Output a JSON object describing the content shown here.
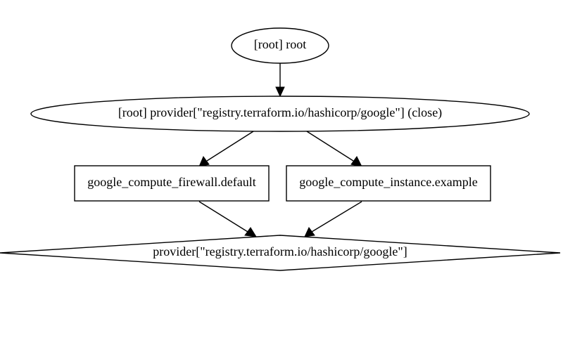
{
  "nodes": {
    "root": {
      "label": "[root] root"
    },
    "provider_close": {
      "label": "[root] provider[\"registry.terraform.io/hashicorp/google\"] (close)"
    },
    "firewall": {
      "label": "google_compute_firewall.default"
    },
    "instance": {
      "label": "google_compute_instance.example"
    },
    "provider": {
      "label": "provider[\"registry.terraform.io/hashicorp/google\"]"
    }
  },
  "edges": [
    {
      "from": "root",
      "to": "provider_close"
    },
    {
      "from": "provider_close",
      "to": "firewall"
    },
    {
      "from": "provider_close",
      "to": "instance"
    },
    {
      "from": "firewall",
      "to": "provider"
    },
    {
      "from": "instance",
      "to": "provider"
    }
  ]
}
